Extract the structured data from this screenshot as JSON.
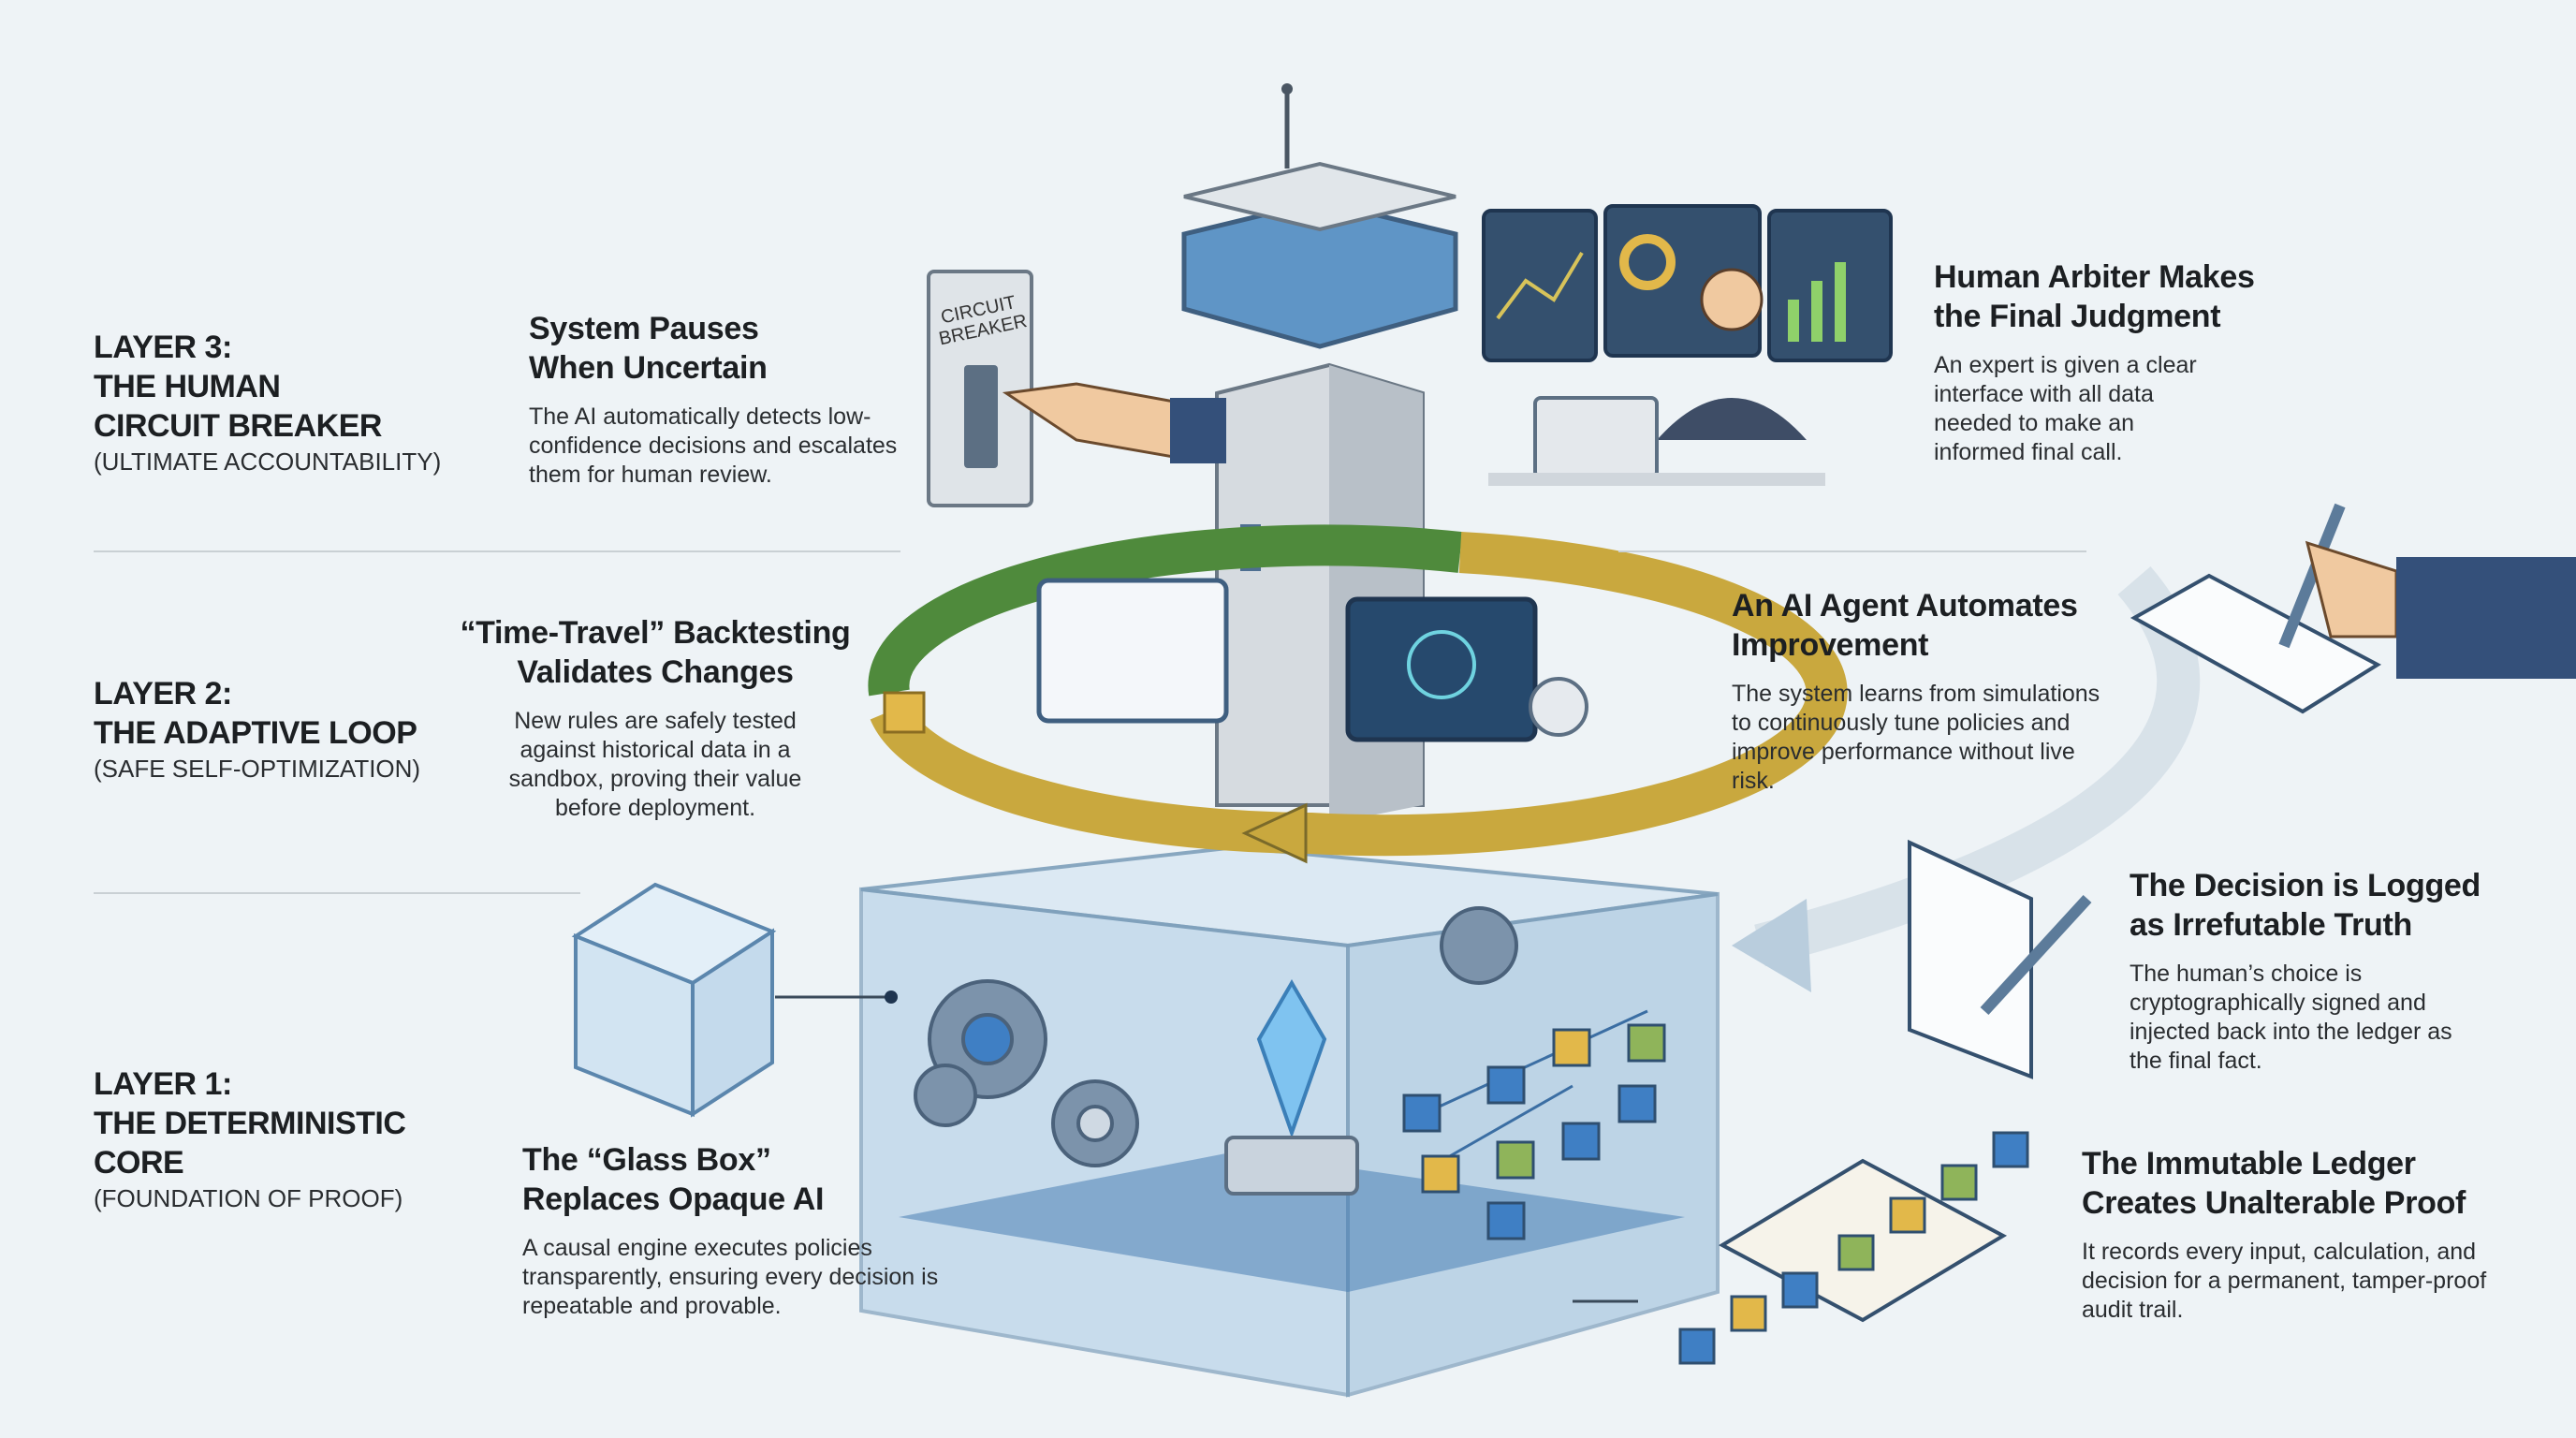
{
  "layers": [
    {
      "title_lines": [
        "LAYER 3:",
        "THE HUMAN",
        "CIRCUIT BREAKER"
      ],
      "subtitle": "(ULTIMATE ACCOUNTABILITY)"
    },
    {
      "title_lines": [
        "LAYER 2:",
        "THE ADAPTIVE LOOP"
      ],
      "subtitle": "(SAFE SELF-OPTIMIZATION)"
    },
    {
      "title_lines": [
        "LAYER 1:",
        "THE DETERMINISTIC",
        "CORE"
      ],
      "subtitle": "(FOUNDATION OF PROOF)"
    }
  ],
  "callouts": {
    "system_pauses": {
      "title": "System Pauses When Uncertain",
      "body": "The AI automatically detects low-confidence decisions and escalates them for human review."
    },
    "backtesting": {
      "title": "“Time-Travel” Backtesting Validates Changes",
      "body": "New rules are safely tested against historical data in a sandbox, proving their value before deployment."
    },
    "glass_box": {
      "title": "The “Glass Box” Replaces Opaque AI",
      "body": "A causal engine executes policies transparently, ensuring every decision is repeatable and provable."
    },
    "human_arbiter": {
      "title": "Human Arbiter Makes the Final Judgment",
      "body": "An expert is given a clear interface with all data needed to make an informed final call."
    },
    "ai_agent": {
      "title": "An AI Agent Automates Improvement",
      "body": "The system learns from simulations to continuously tune policies and improve performance without live risk."
    },
    "decision_logged": {
      "title": "The Decision is Logged as Irrefutable Truth",
      "body": "The human’s choice is cryptographically signed and injected back into the ledger as the final fact."
    },
    "ledger": {
      "title": "The Immutable Ledger Creates Unalterable Proof",
      "body": "It records every input, calculation, and decision for a permanent, tamper-proof audit trail."
    }
  },
  "illustration": {
    "circuit_breaker_label": "CIRCUIT BREAKER",
    "colors": {
      "loop_green": "#4f8a3c",
      "loop_gold": "#c9a83e",
      "glass_blue": "#8fb8d8",
      "tower_gray": "#c9ced3",
      "cube_blue": "#3f7fc4",
      "cube_yellow": "#e2b84a",
      "cube_green": "#8fb45a",
      "suit_navy": "#34507a"
    }
  }
}
